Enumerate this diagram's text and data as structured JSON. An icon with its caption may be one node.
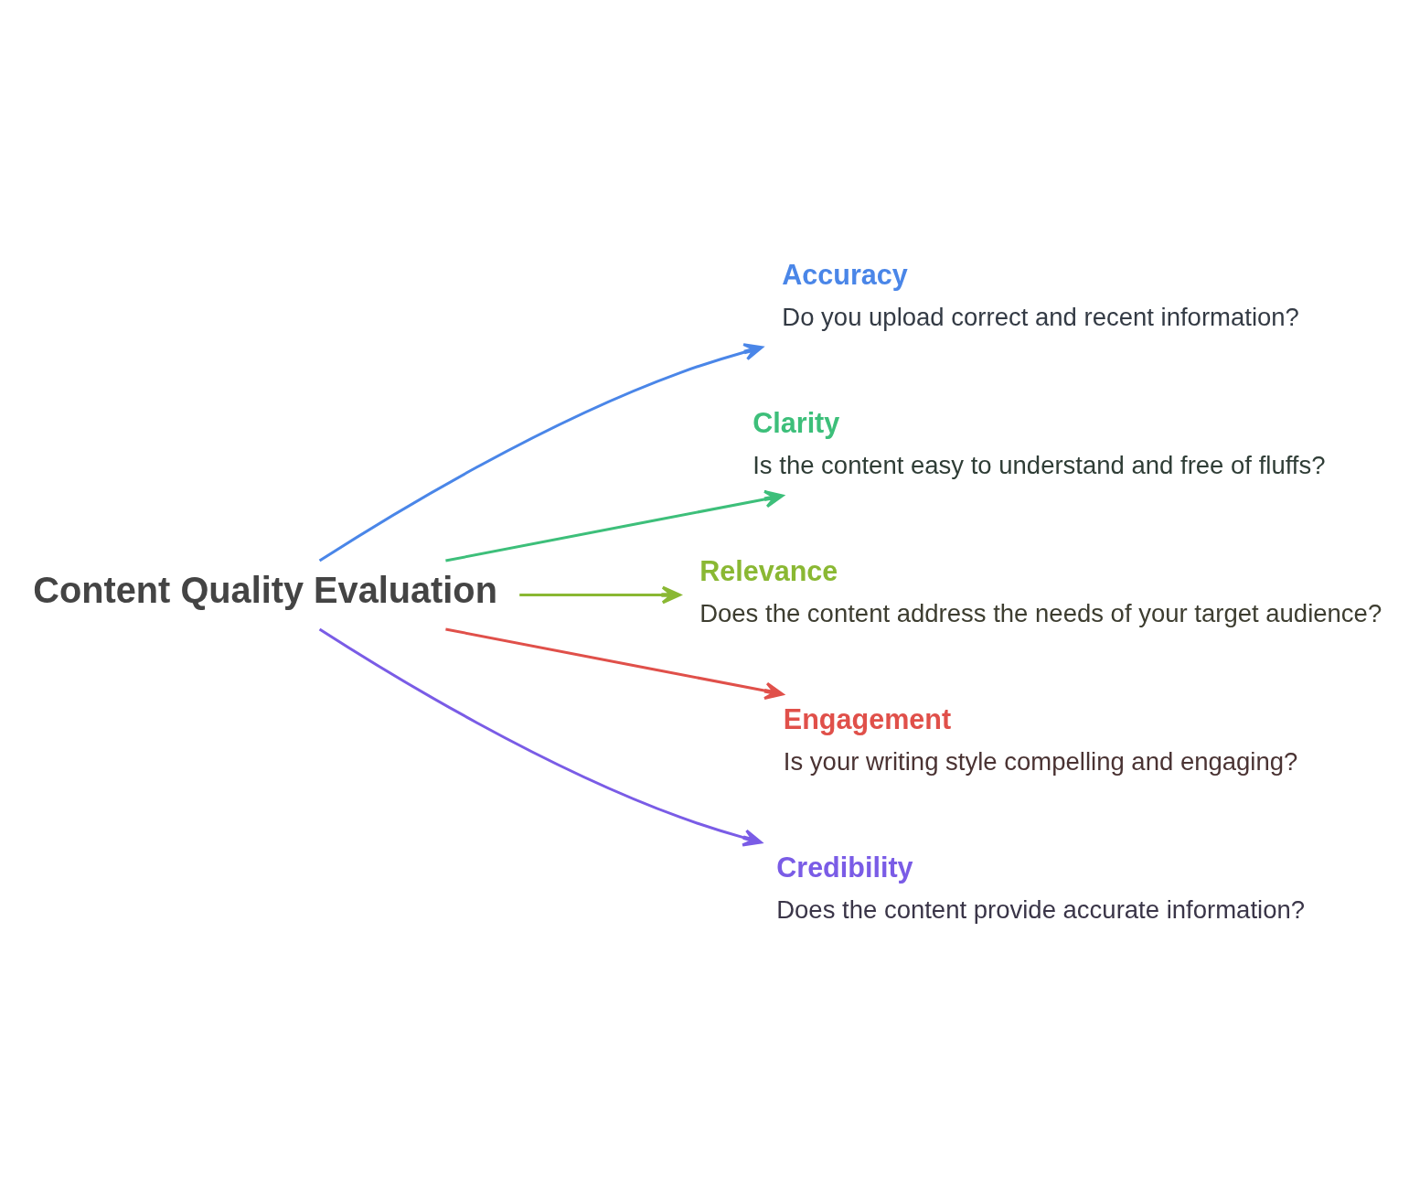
{
  "diagram": {
    "nodes": [
      {
        "text": [
          "Content Quality Evaluation"
        ]
      },
      {
        "text": [
          "Accuracy",
          "Do you upload correct and recent information?"
        ]
      },
      {
        "text": [
          "Clarity",
          "Is the content easy to understand and free of fluffs?"
        ]
      },
      {
        "text": [
          "Relevance",
          "Does the content address the needs of your target audience?"
        ]
      },
      {
        "text": [
          "Engagement",
          "Is your writing style compelling and engaging?"
        ]
      },
      {
        "text": [
          "Credibility",
          "Does the content provide accurate information?"
        ]
      }
    ],
    "edges": [
      {
        "from": 0,
        "to": 1,
        "arrow": "to",
        "color": "#4a86e8"
      },
      {
        "from": 0,
        "to": 2,
        "arrow": "to",
        "color": "#3dbf7a"
      },
      {
        "from": 0,
        "to": 3,
        "arrow": "to",
        "color": "#8ab833"
      },
      {
        "from": 0,
        "to": 4,
        "arrow": "to",
        "color": "#e0504a"
      },
      {
        "from": 0,
        "to": 5,
        "arrow": "to",
        "color": "#7a5ce6"
      }
    ]
  }
}
